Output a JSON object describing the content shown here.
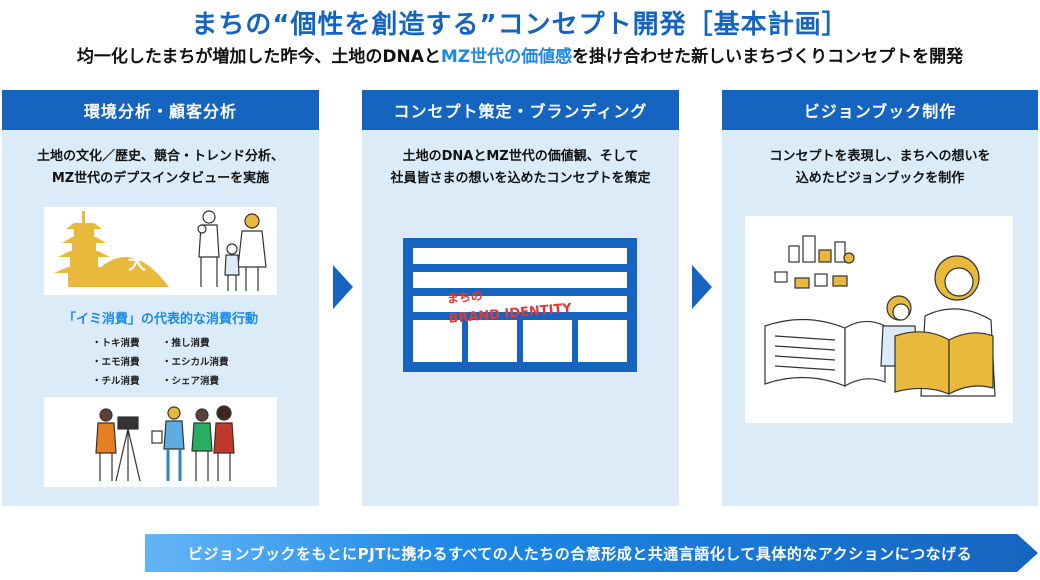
{
  "header": {
    "title": "まちの“個性を創造する”コンセプト開発［基本計画］",
    "subtitle_part1": "均一化したまちが増加した昨今、土地のDNAと",
    "subtitle_highlight": "MZ世代の価値感",
    "subtitle_part2": "を掛け合わせた新しいまちづくりコンセプトを開発"
  },
  "columns": [
    {
      "heading": "環境分析・顧客分析",
      "desc_line1": "土地の文化／歴史、競合・トレンド分析、",
      "desc_line2": "MZ世代のデプスインタビューを実施"
    },
    {
      "heading": "コンセプト策定・ブランディング",
      "desc_line1": "土地のDNAとMZ世代の価値観、そして",
      "desc_line2": "社員皆さまの想いを込めたコンセプトを策定"
    },
    {
      "heading": "ビジョンブック制作",
      "desc_line1": "コンセプトを表現し、まちへの想いを",
      "desc_line2": "込めたビジョンブックを制作"
    }
  ],
  "consumption": {
    "title": "「イミ消費」の代表的な消費行動",
    "left_items": [
      "・トキ消費",
      "・エモ消費",
      "・チル消費"
    ],
    "right_items": [
      "・推し消費",
      "・エシカル消費",
      "・シェア消費"
    ]
  },
  "illustration": {
    "temple_char": "大"
  },
  "brand": {
    "line1": "まちの",
    "line2": "BRAND IDENTITY"
  },
  "footer": {
    "text": "ビジョンブックをもとにPJTに携わるすべての人たちの合意形成と共通言語化して具体的なアクションにつなげる"
  },
  "colors": {
    "primary": "#1565c0",
    "accent": "#1e88e5",
    "panel_bg": "#dcebf8",
    "brand_red": "#e53935",
    "gold": "#e8b93a"
  }
}
